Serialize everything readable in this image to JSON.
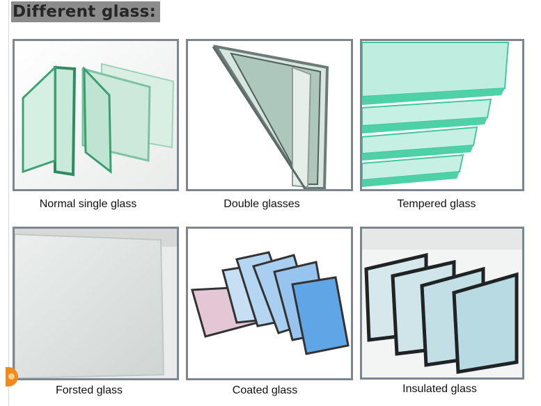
{
  "heading": "Different glass:",
  "items": [
    {
      "label": "Normal single glass"
    },
    {
      "label": "Double glasses"
    },
    {
      "label": "Tempered glass"
    },
    {
      "label": "Forsted glass"
    },
    {
      "label": "Coated glass"
    },
    {
      "label": "Insulated glass"
    }
  ],
  "colors": {
    "frame": "#7d8590",
    "heading_bg": "#8c8c8c",
    "glass_green": "#3fb489",
    "glass_blue": "#5ea6e6"
  }
}
